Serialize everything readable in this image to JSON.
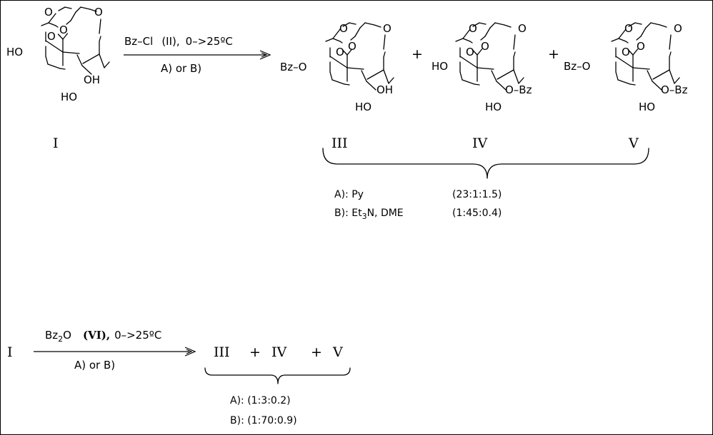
{
  "reaction1": {
    "starting_material": "I",
    "reagent": "Bz–Cl",
    "reagent_id": "(II),",
    "temperature": "0–>25ºC",
    "conditions": "A) or B)",
    "products": [
      "III",
      "IV",
      "V"
    ],
    "plus": "+",
    "results": [
      {
        "label": "A): Py",
        "ratio": "(23:1:1.5)"
      },
      {
        "label_main": "B): Et",
        "label_sub": "3",
        "label_rest": "N,  DME",
        "ratio": "(1:45:0.4)"
      }
    ]
  },
  "reaction2": {
    "starting_material": "I",
    "reagent_main": "Bz",
    "reagent_sub": "2",
    "reagent_rest": "O",
    "reagent_id": "(VI),",
    "temperature": "0–>25ºC",
    "conditions": "A) or B)",
    "products": [
      "III",
      "IV",
      "V"
    ],
    "plus": "+",
    "results": [
      "A):  (1:3:0.2)",
      "B):  (1:70:0.9)"
    ]
  },
  "atoms": {
    "O": "O",
    "HO": "HO",
    "OH": "OH",
    "Bz_O": "Bz–O",
    "O_Bz": "O–Bz"
  }
}
